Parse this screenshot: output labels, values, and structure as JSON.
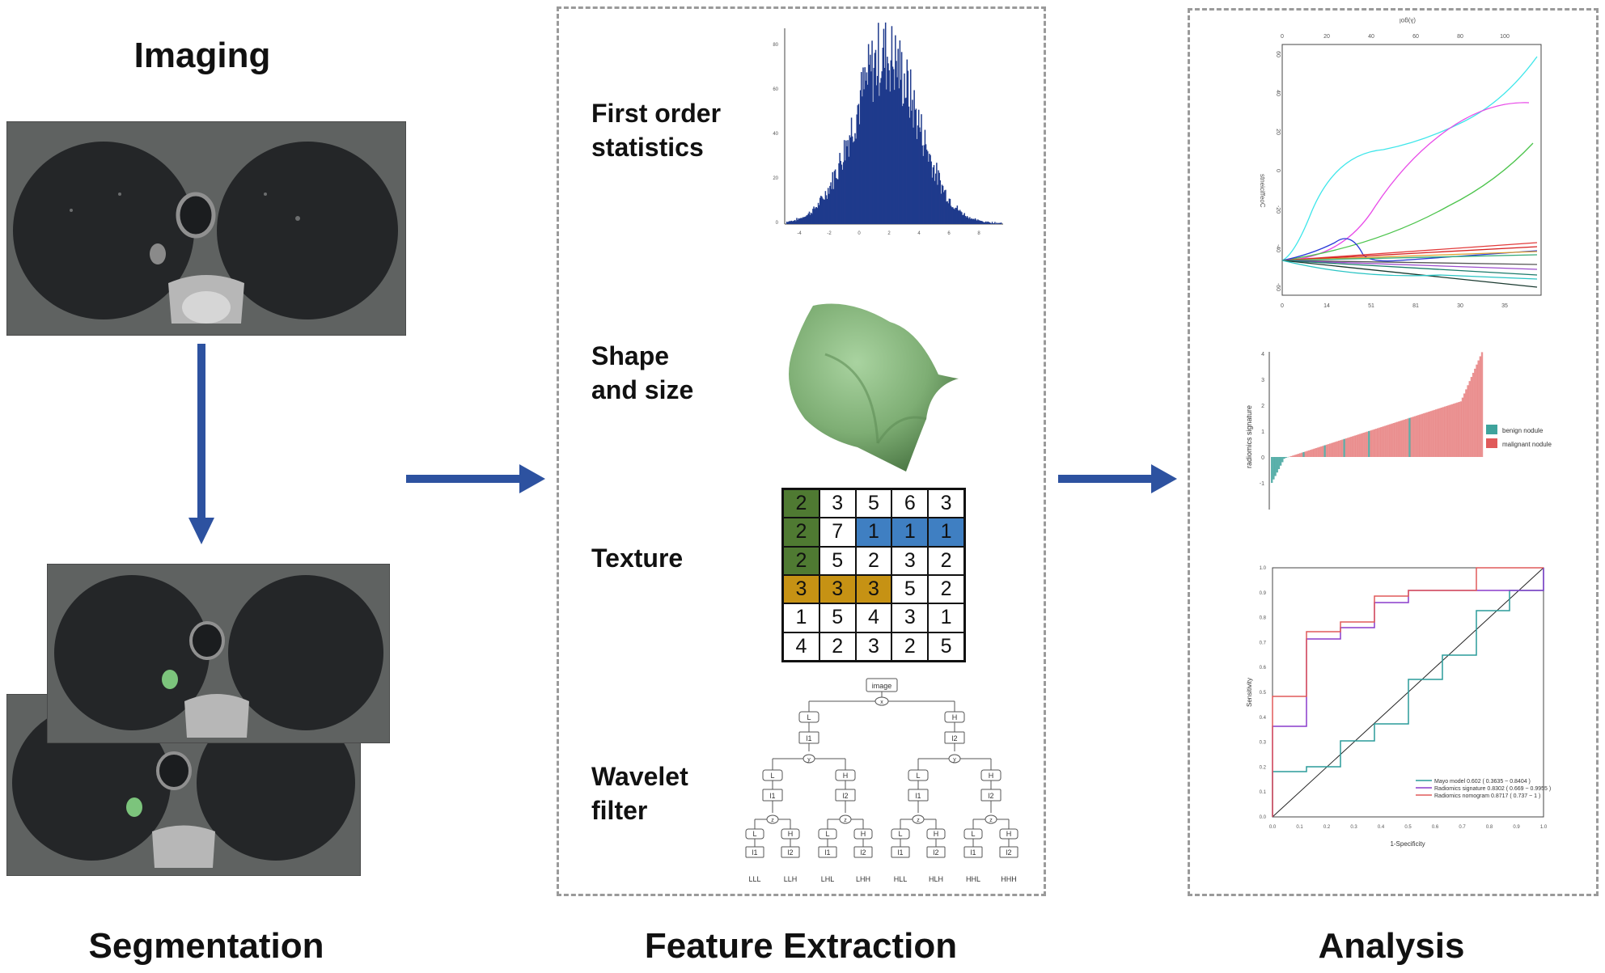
{
  "stages": {
    "imaging": "Imaging",
    "segmentation": "Segmentation",
    "feature_extraction": "Feature Extraction",
    "analysis": "Analysis"
  },
  "features": {
    "first_order": "First order\nstatistics",
    "shape": "Shape\nand size",
    "texture": "Texture",
    "wavelet": "Wavelet\nfilter"
  },
  "texture_matrix": [
    [
      "2",
      "3",
      "5",
      "6",
      "3"
    ],
    [
      "2",
      "7",
      "1",
      "1",
      "1"
    ],
    [
      "2",
      "5",
      "2",
      "3",
      "2"
    ],
    [
      "3",
      "3",
      "3",
      "5",
      "2"
    ],
    [
      "1",
      "5",
      "4",
      "3",
      "1"
    ],
    [
      "4",
      "2",
      "3",
      "2",
      "5"
    ]
  ],
  "texture_highlight": {
    "green": [
      [
        0,
        0
      ],
      [
        1,
        0
      ],
      [
        2,
        0
      ]
    ],
    "blue": [
      [
        1,
        2
      ],
      [
        1,
        3
      ],
      [
        1,
        4
      ]
    ],
    "gold": [
      [
        3,
        0
      ],
      [
        3,
        1
      ],
      [
        3,
        2
      ]
    ]
  },
  "colors": {
    "arrow": "#2d52a0",
    "histogram": "#1f3a8c",
    "shape": "#7eae74",
    "benign": "#3fa39c",
    "malignant": "#e05a5a",
    "texture_green": "#4f7a32",
    "texture_blue": "#3f7fc2",
    "texture_gold": "#c69214"
  },
  "wavelet_tree": {
    "root": "image",
    "op_x": "x",
    "op_y": "y",
    "op_z": "z",
    "low": "L",
    "high": "H",
    "down1": "l1",
    "down2": "l2",
    "leaves": [
      "LLL",
      "LLH",
      "LHL",
      "LHH",
      "HLL",
      "HLH",
      "HHL",
      "HHH"
    ]
  },
  "histogram_axis": {
    "x_ticks": [
      "-4",
      "-2",
      "0",
      "2",
      "4",
      "6",
      "8"
    ],
    "y_ticks": [
      "0",
      "20",
      "40",
      "60",
      "80"
    ]
  },
  "waterfall": {
    "ylabel": "radiomics signature",
    "y_ticks": [
      "4",
      "3",
      "2",
      "1",
      "0",
      "-1"
    ],
    "legend": [
      "benign nodule",
      "malignant nodule"
    ]
  },
  "lasso": {
    "y_ticks": [
      "60",
      "40",
      "20",
      "0",
      "-20",
      "-40",
      "-60"
    ],
    "x_ticks_top": [
      "0",
      "20",
      "40",
      "60",
      "80",
      "100"
    ],
    "x_ticks_bottom": [
      "0",
      "14",
      "51",
      "81",
      "30",
      "35"
    ]
  },
  "roc": {
    "xlabel": "1-Specificity",
    "ylabel": "Sensitivity",
    "ticks": [
      "0.0",
      "0.1",
      "0.2",
      "0.3",
      "0.4",
      "0.5",
      "0.6",
      "0.7",
      "0.8",
      "0.9",
      "1.0"
    ],
    "legend": [
      {
        "label": "Mayo model 0.602 ( 0.3635 ~ 0.8404 )",
        "color": "#2a9c9a"
      },
      {
        "label": "Radiomics signature 0.8302 ( 0.669 ~ 0.9955 )",
        "color": "#8a3ccc"
      },
      {
        "label": "Radiomics nomogram 0.8717 ( 0.737 ~ 1 )",
        "color": "#e05a5a"
      }
    ]
  }
}
